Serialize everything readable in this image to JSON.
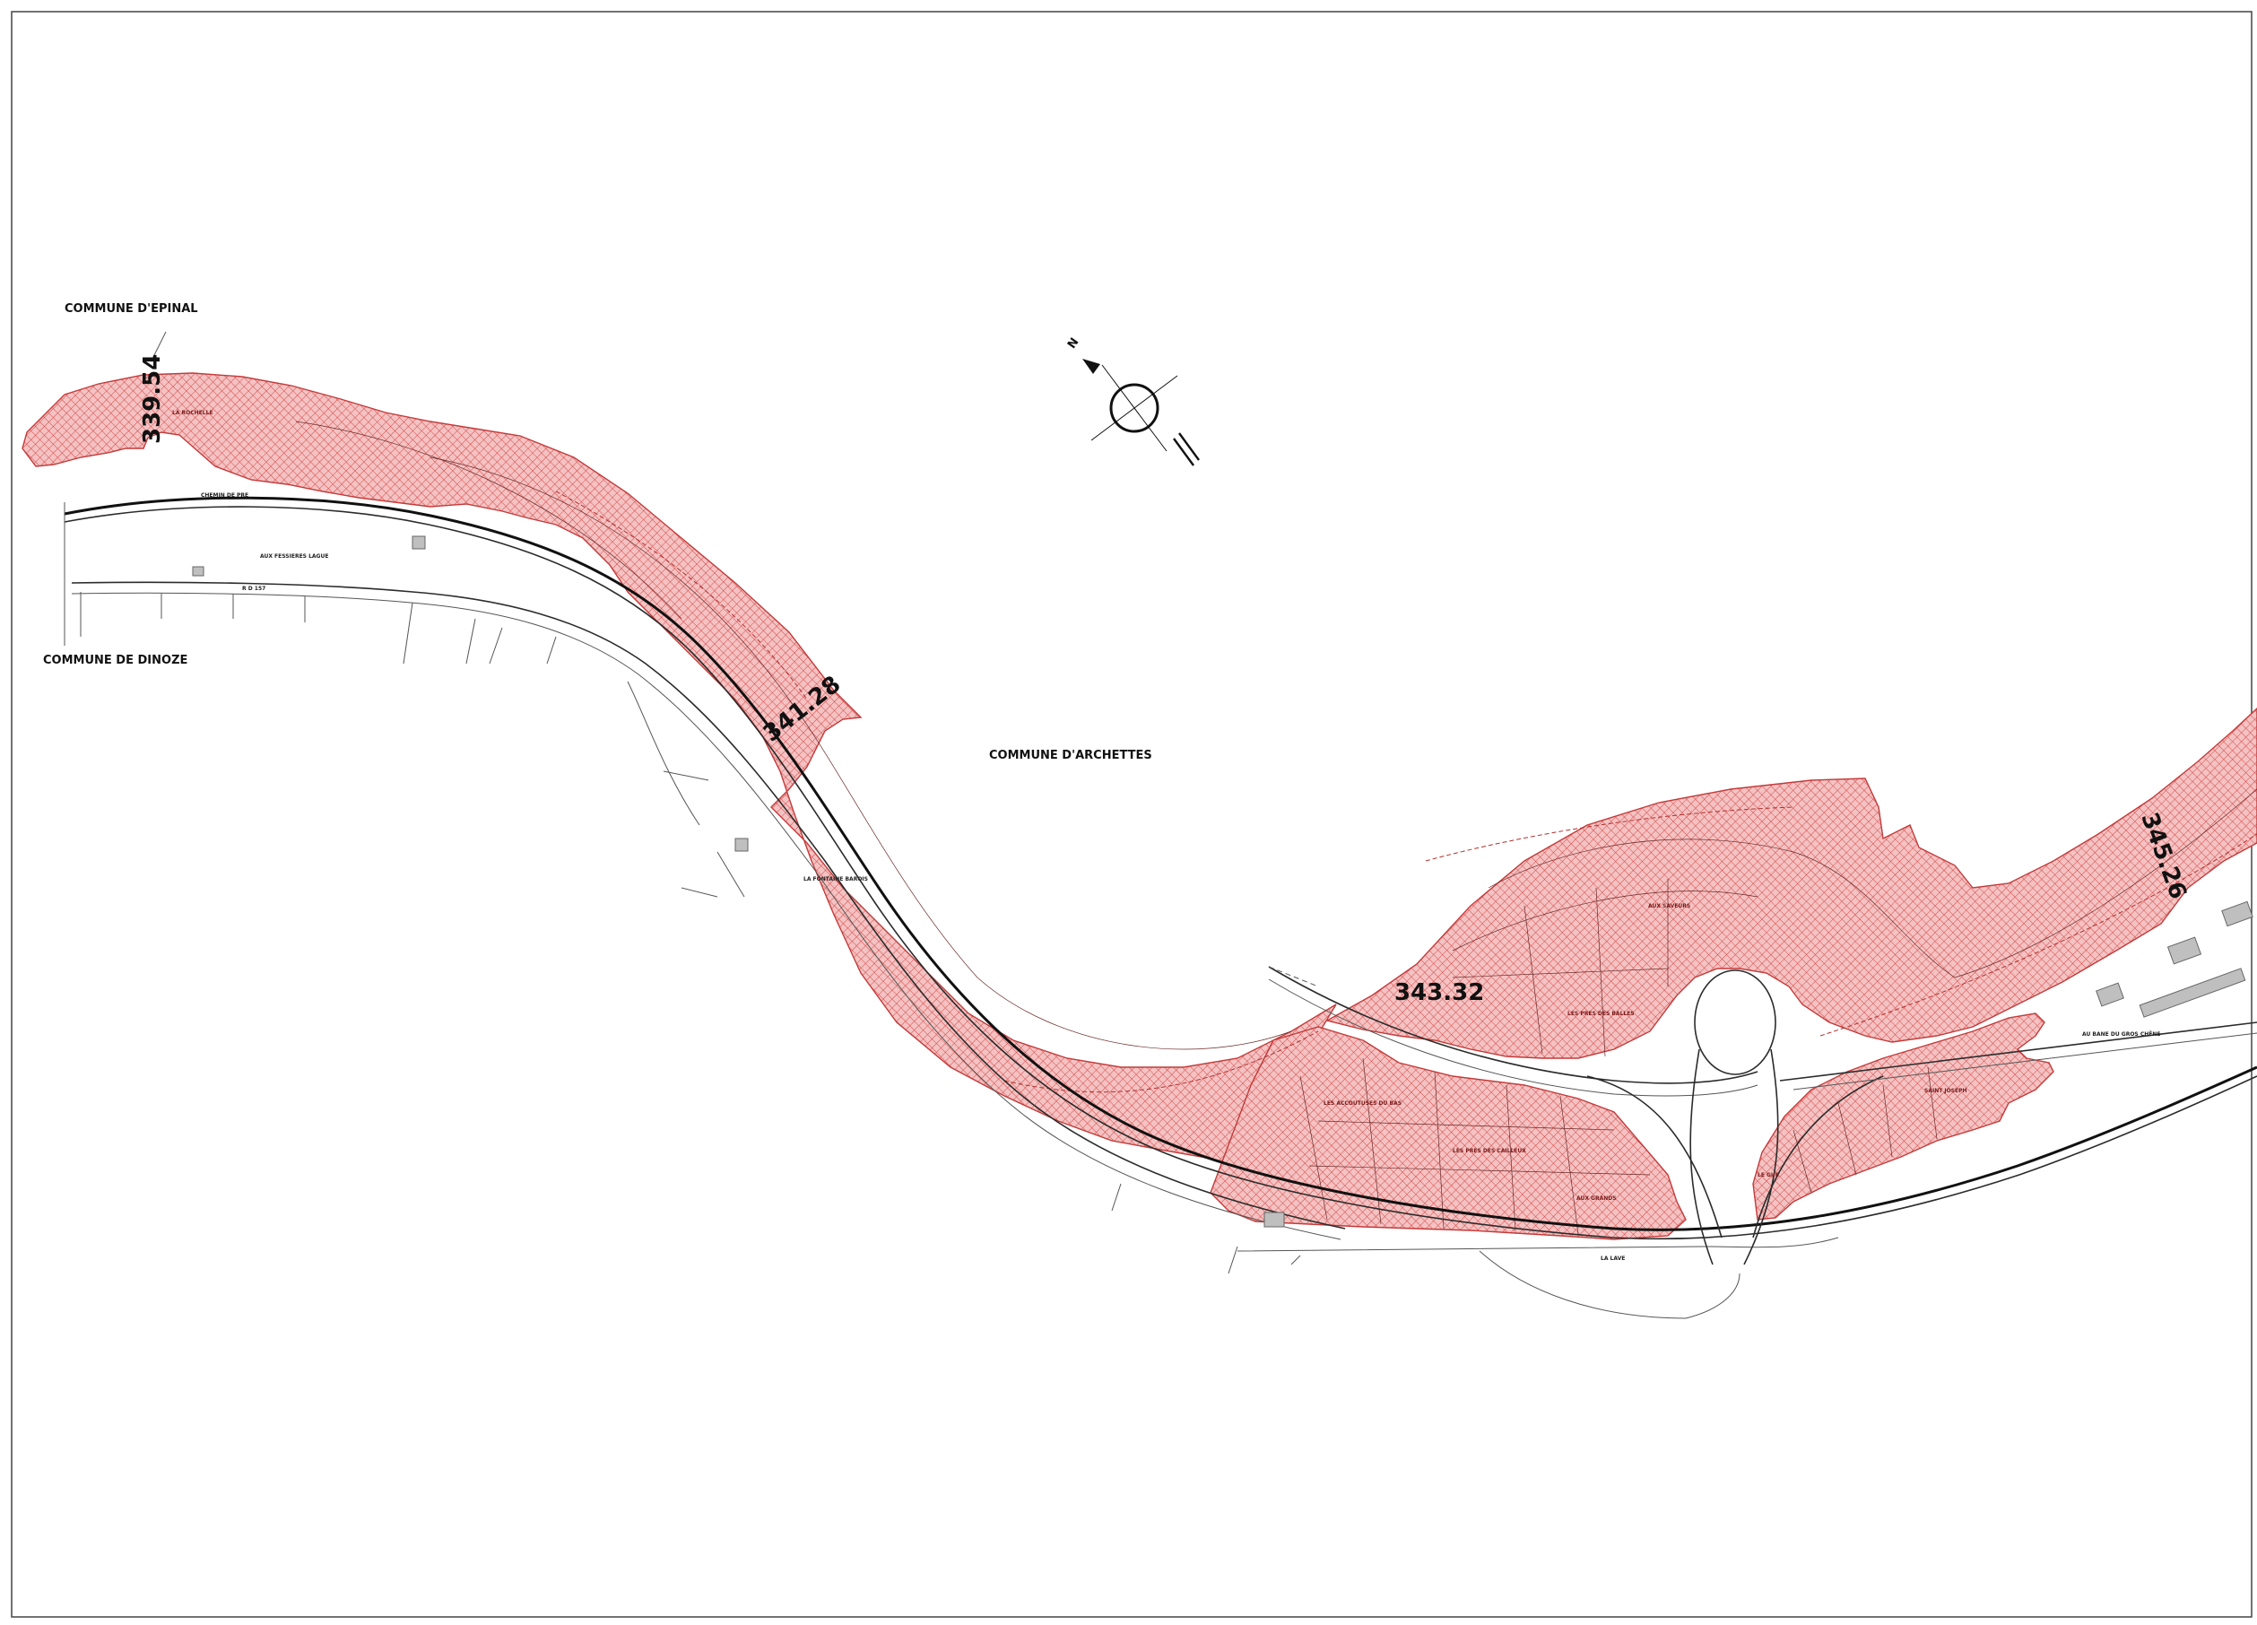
{
  "map": {
    "communes": {
      "epinal": "COMMUNE D'EPINAL",
      "dinoze": "COMMUNE  DE DINOZE",
      "archettes": "COMMUNE D'ARCHETTES"
    },
    "kilometer_markers": {
      "m1": "339.54",
      "m2": "341.28",
      "m3": "343.32",
      "m4": "345.26"
    },
    "place_labels": {
      "chemin_des_pre": "CHEMIN DE PRE",
      "aux_fessieres": "AUX FESSIERES LAGUE",
      "rd_157": "R D 157",
      "la_fontaine": "LA FONTAINE BAROIS",
      "aux_saveurs": "AUX SAVEURS",
      "les_pres_balles": "LES PRES DES BALLES",
      "les_accoutuses": "LES ACCOUTUSES DU BAS",
      "les_pres_cailleux": "LES PRES DES CAILLEUX",
      "aux_grands": "AUX GRANDS",
      "la_lave": "LA LAVE",
      "le_gue": "LE GUE",
      "saint_joseph": "SAINT JOSEPH",
      "au_bane": "AU BANE DU GROS CHÊNE",
      "la_roche": "LA ROCHELLE"
    },
    "compass": {
      "north_letter": "N",
      "icon": "north-arrow-icon"
    },
    "colors": {
      "zone_fill": "#f2b8b8",
      "zone_hatch": "#d23a3a",
      "line": "#2b2b2b",
      "frame": "#444444"
    }
  }
}
